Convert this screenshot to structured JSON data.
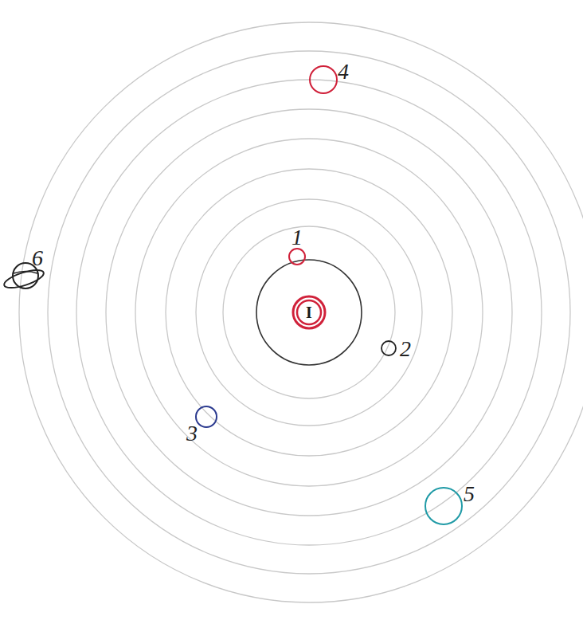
{
  "diagram": {
    "nodes": [
      {
        "text": [
          "I"
        ]
      }
    ],
    "labels": [
      "1",
      "2",
      "3",
      "4",
      "5",
      "6"
    ]
  }
}
